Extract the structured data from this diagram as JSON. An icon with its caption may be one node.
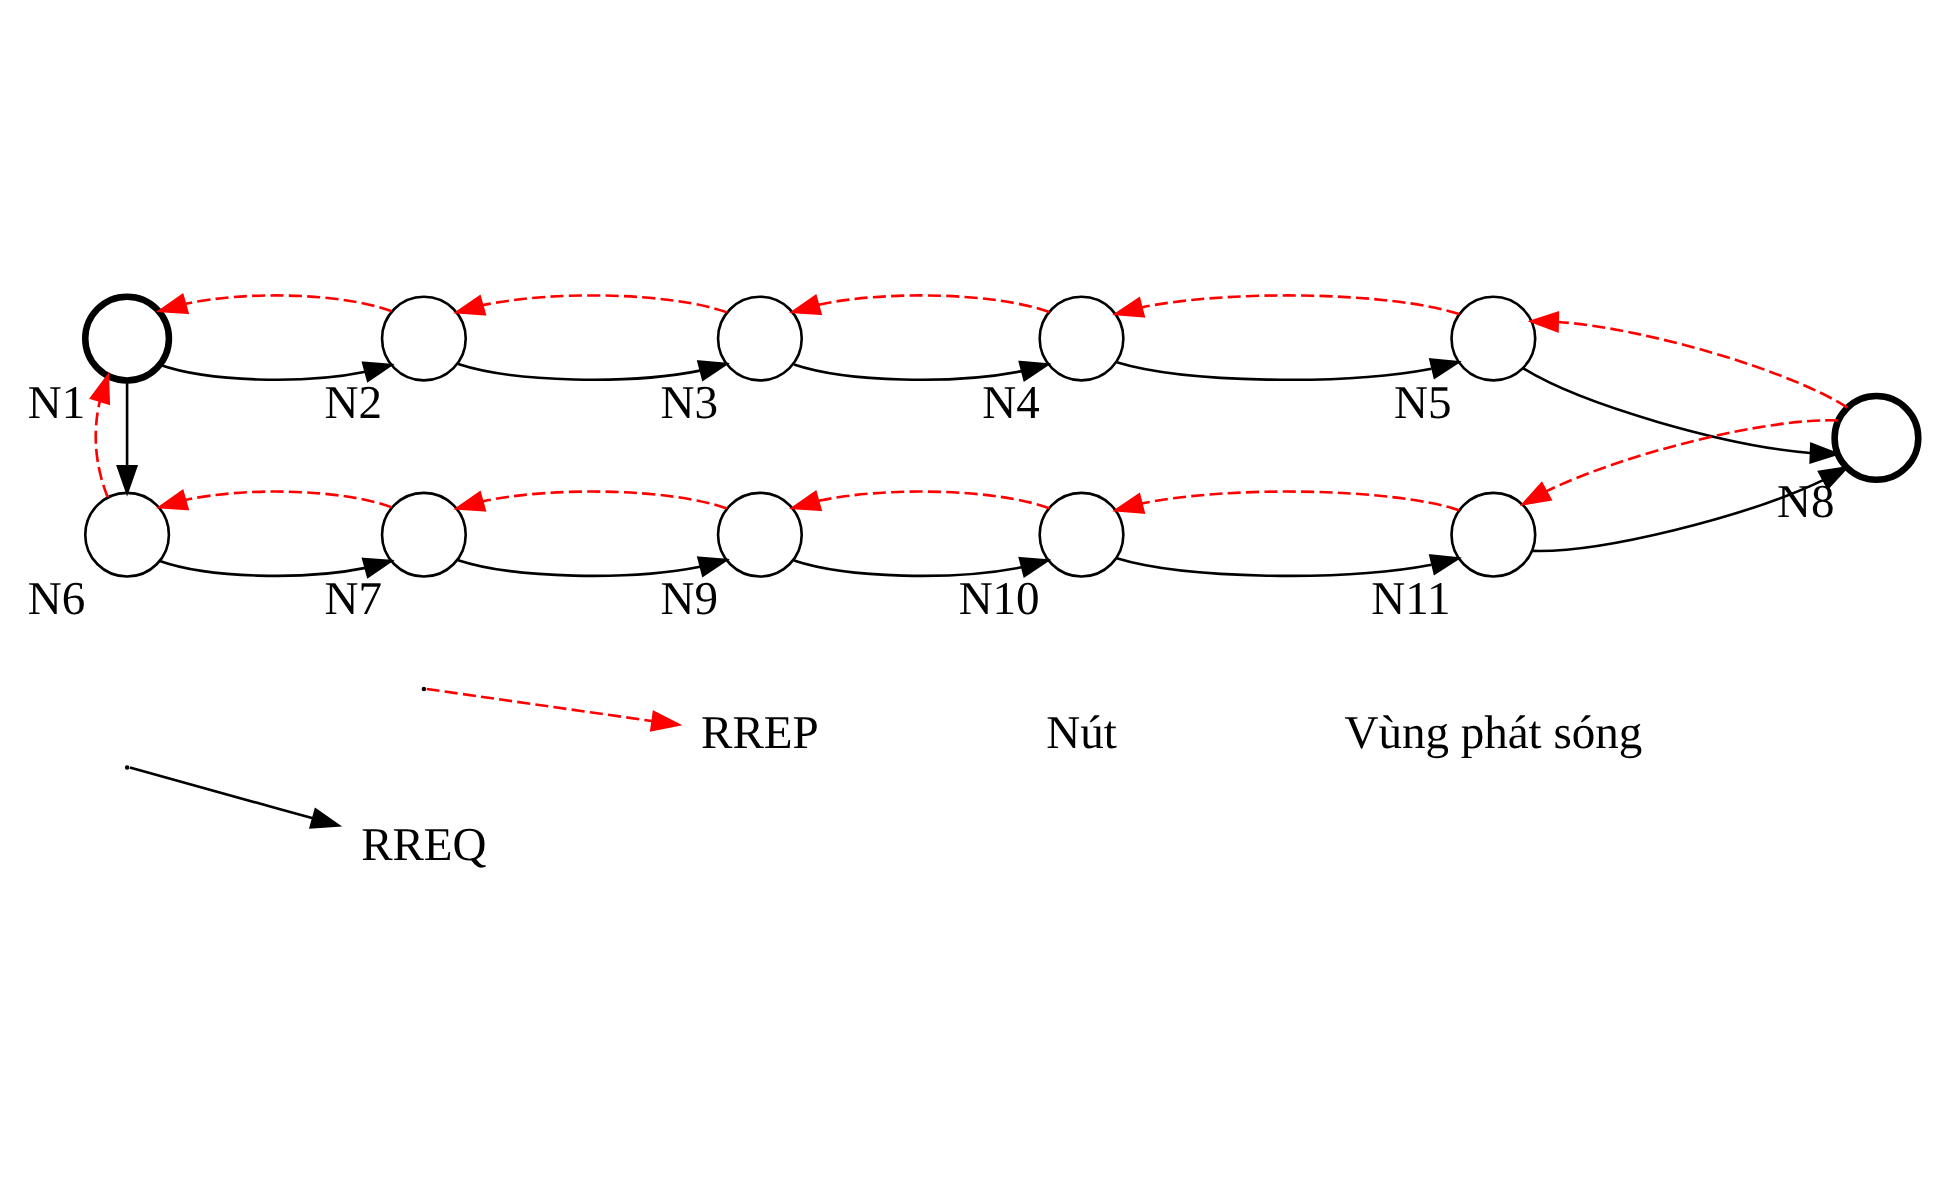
{
  "diagram": {
    "nodes": [
      {
        "text": [],
        "shape": "circle",
        "beside": [
          "N1"
        ]
      },
      {
        "text": [],
        "shape": "circle",
        "beside": [
          "N2"
        ]
      },
      {
        "text": [],
        "shape": "circle",
        "beside": [
          "N3"
        ]
      },
      {
        "text": [],
        "shape": "circle",
        "beside": [
          "N4"
        ]
      },
      {
        "text": [],
        "shape": "circle",
        "beside": [
          "N5"
        ]
      },
      {
        "text": [],
        "shape": "circle",
        "beside": [
          "N6"
        ]
      },
      {
        "text": [],
        "shape": "circle",
        "beside": [
          "N7"
        ]
      },
      {
        "text": [],
        "shape": "circle",
        "beside": [
          "N8"
        ]
      },
      {
        "text": [],
        "shape": "circle",
        "beside": [
          "N9"
        ]
      },
      {
        "text": [],
        "shape": "circle",
        "beside": [
          "N10"
        ]
      },
      {
        "text": [],
        "shape": "circle",
        "beside": [
          "N11"
        ]
      }
    ],
    "edges": [
      {
        "from": 0,
        "to": 1,
        "arrow": "to"
      },
      {
        "from": 1,
        "to": 2,
        "arrow": "to"
      },
      {
        "from": 2,
        "to": 3,
        "arrow": "to"
      },
      {
        "from": 3,
        "to": 4,
        "arrow": "to"
      },
      {
        "from": 4,
        "to": 7,
        "arrow": "to"
      },
      {
        "from": 0,
        "to": 5,
        "arrow": "to"
      },
      {
        "from": 5,
        "to": 6,
        "arrow": "to"
      },
      {
        "from": 6,
        "to": 8,
        "arrow": "to"
      },
      {
        "from": 8,
        "to": 9,
        "arrow": "to"
      },
      {
        "from": 9,
        "to": 10,
        "arrow": "to"
      },
      {
        "from": 10,
        "to": 7,
        "arrow": "to"
      },
      {
        "from": 7,
        "to": 4,
        "arrow": "to",
        "style": "dashed",
        "color": "#ff0000"
      },
      {
        "from": 4,
        "to": 3,
        "arrow": "to",
        "style": "dashed",
        "color": "#ff0000"
      },
      {
        "from": 3,
        "to": 2,
        "arrow": "to",
        "style": "dashed",
        "color": "#ff0000"
      },
      {
        "from": 2,
        "to": 1,
        "arrow": "to",
        "style": "dashed",
        "color": "#ff0000"
      },
      {
        "from": 1,
        "to": 0,
        "arrow": "to",
        "style": "dashed",
        "color": "#ff0000"
      },
      {
        "from": 7,
        "to": 10,
        "arrow": "to",
        "style": "dashed",
        "color": "#ff0000"
      },
      {
        "from": 10,
        "to": 9,
        "arrow": "to",
        "style": "dashed",
        "color": "#ff0000"
      },
      {
        "from": 9,
        "to": 8,
        "arrow": "to",
        "style": "dashed",
        "color": "#ff0000"
      },
      {
        "from": 8,
        "to": 6,
        "arrow": "to",
        "style": "dashed",
        "color": "#ff0000"
      },
      {
        "from": 6,
        "to": 5,
        "arrow": "to",
        "style": "dashed",
        "color": "#ff0000"
      },
      {
        "from": 5,
        "to": 0,
        "arrow": "to",
        "style": "dashed",
        "color": "#ff0000"
      }
    ],
    "legend": [
      {
        "text": "RREQ"
      },
      {
        "text": "RREP"
      },
      {
        "text": "Nút"
      },
      {
        "text": "Vùng phát sóng"
      }
    ]
  }
}
